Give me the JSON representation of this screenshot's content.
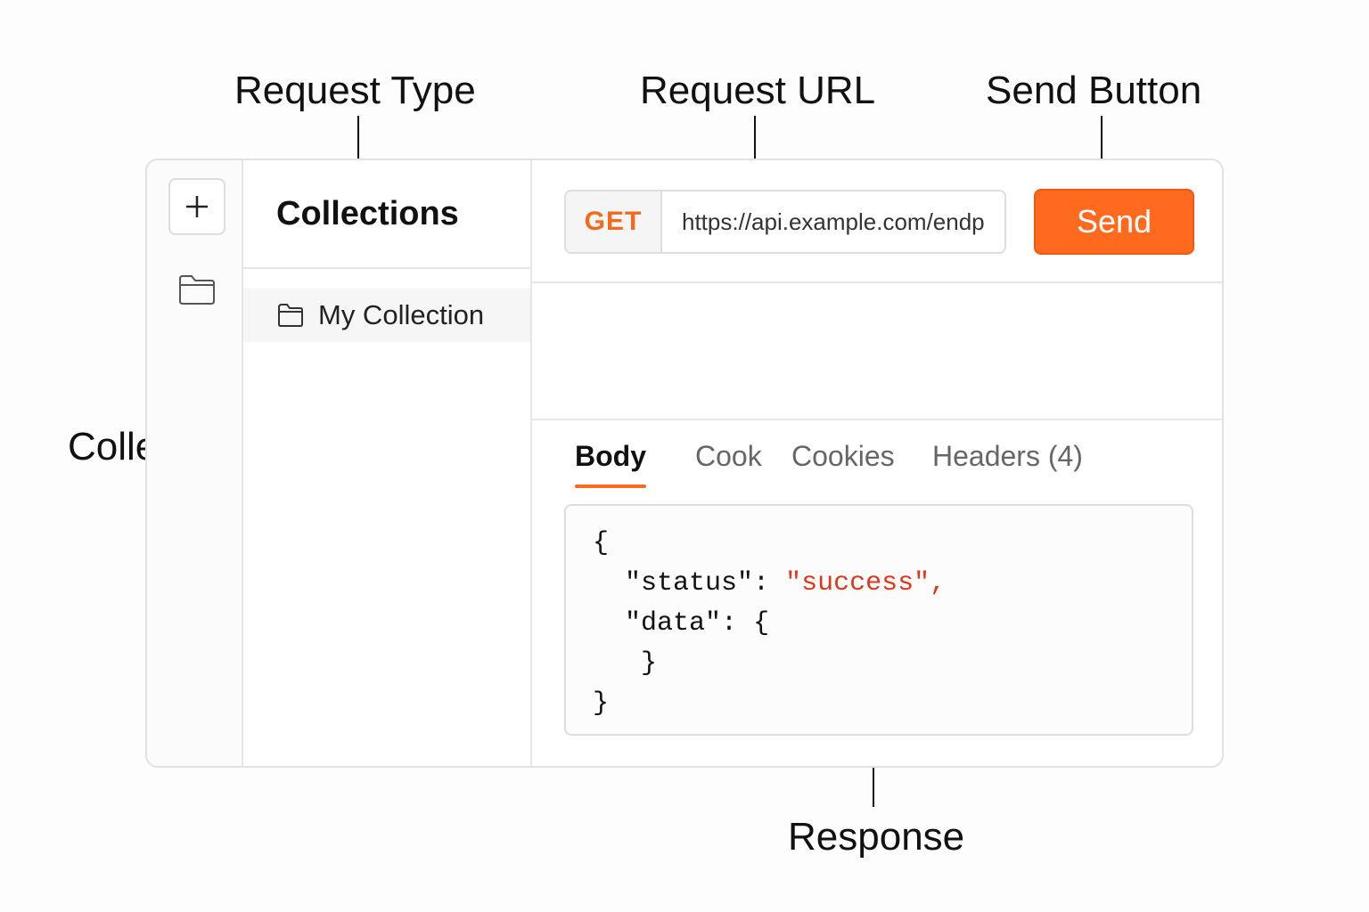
{
  "annotations": {
    "request_type": "Request Type",
    "request_url": "Request URL",
    "send_button": "Send Button",
    "collections": "Collections",
    "response": "Response"
  },
  "rail": {
    "add_icon": "plus-icon",
    "folder_icon": "folder-icon"
  },
  "sidebar": {
    "title": "Collections",
    "items": [
      {
        "label": "My Collection",
        "icon": "folder-icon"
      }
    ]
  },
  "request": {
    "method": "GET",
    "url": "https://api.example.com/endp",
    "send_label": "Send"
  },
  "response": {
    "tabs": [
      {
        "label": "Body",
        "active": true
      },
      {
        "label": "Cook",
        "active": false
      },
      {
        "label": "Cookies",
        "active": false
      },
      {
        "label": "Headers (4)",
        "active": false
      }
    ],
    "body_lines": [
      {
        "indent": "",
        "key": "{",
        "sep": "",
        "value": ""
      },
      {
        "indent": "  ",
        "key": "\"status\"",
        "sep": ": ",
        "value": "\"success\","
      },
      {
        "indent": "  ",
        "key": "\"data\"",
        "sep": ": ",
        "value": "{"
      },
      {
        "indent": "   ",
        "key": "}",
        "sep": "",
        "value": ""
      },
      {
        "indent": "",
        "key": "}",
        "sep": "",
        "value": ""
      }
    ]
  },
  "colors": {
    "accent": "#ff6a1f",
    "method": "#f26b1d",
    "string_value": "#e0361a"
  }
}
